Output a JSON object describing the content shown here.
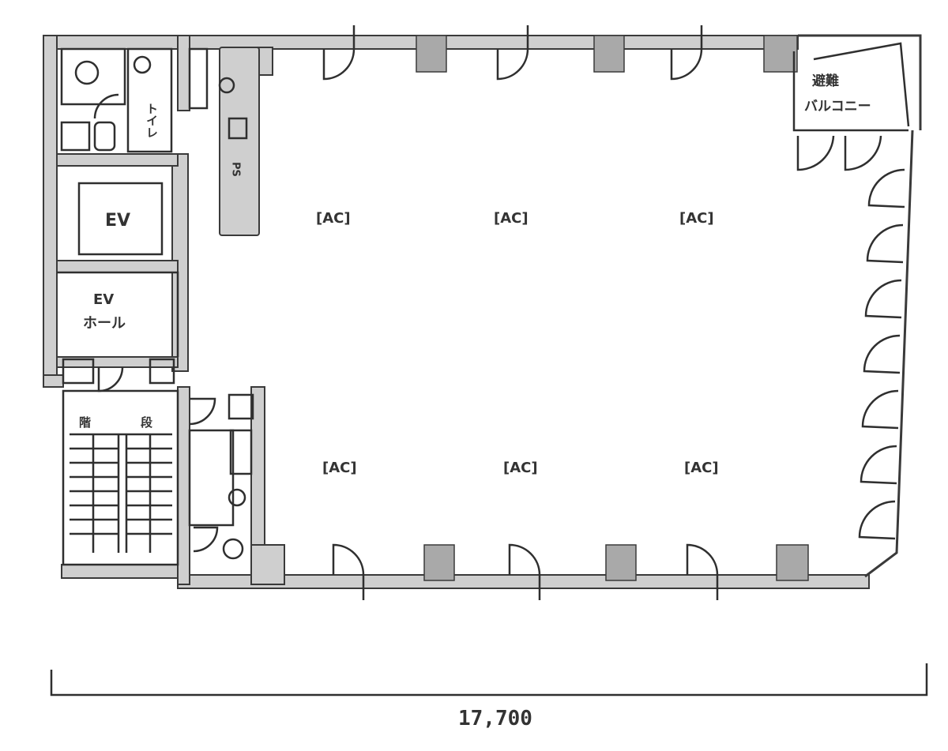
{
  "labels": {
    "ev": "EV",
    "ev_hall": [
      "EV",
      "ホール"
    ],
    "toilet": "トイレ",
    "pantry": "PS",
    "balcony": [
      "避難",
      "バルコニー"
    ],
    "ac_units": [
      "[AC]",
      "[AC]",
      "[AC]",
      "[AC]",
      "[AC]",
      "[AC]"
    ],
    "stairs": [
      "階",
      "段"
    ]
  },
  "dimension": {
    "width_label": "17,700"
  }
}
